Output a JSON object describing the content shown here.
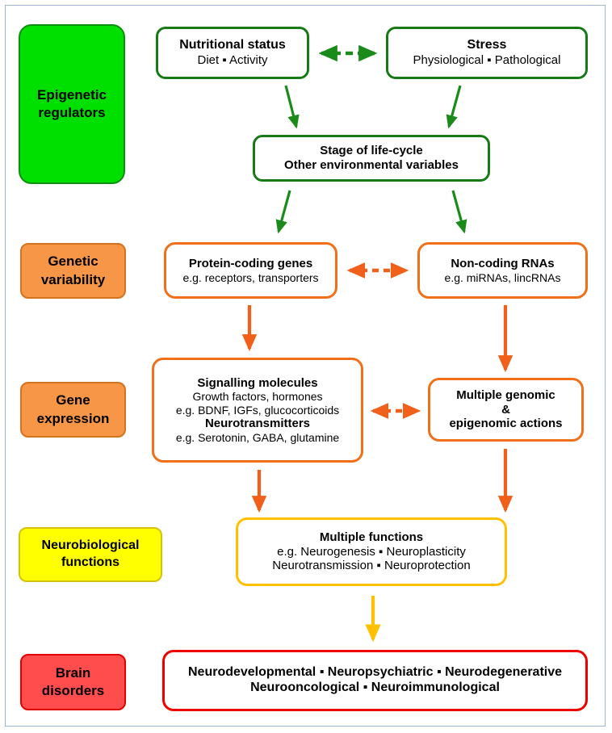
{
  "figure": {
    "title": "Epigenetic regulators to brain disorders flow diagram",
    "frame_color": "#9db8d2",
    "background": "#ffffff"
  },
  "stage_labels": [
    {
      "id": "epigenetic-regulators",
      "line1": "Epigenetic",
      "line2": "regulators",
      "fill": "#00e000",
      "border": "#0f8f0f"
    },
    {
      "id": "genetic-variability",
      "line1": "Genetic",
      "line2": "variability",
      "fill": "#f79646",
      "border": "#d4731d"
    },
    {
      "id": "gene-expression",
      "line1": "Gene",
      "line2": "expression",
      "fill": "#f79646",
      "border": "#d4731d"
    },
    {
      "id": "neurobiological-functions",
      "line1": "Neurobiological",
      "line2": "functions",
      "fill": "#ffff00",
      "border": "#d6c20a"
    },
    {
      "id": "brain-disorders",
      "line1": "Brain",
      "line2": "disorders",
      "fill": "#ff4d4d",
      "border": "#e00000"
    }
  ],
  "nodes": {
    "nutritional_status": {
      "title": "Nutritional status",
      "sub1": "Diet ▪ Activity",
      "border": "#177a17"
    },
    "stress": {
      "title": "Stress",
      "sub1": "Physiological ▪ Pathological",
      "border": "#177a17"
    },
    "life_cycle": {
      "title": "Stage of life-cycle",
      "sub1": "Other environmental variables",
      "border": "#177a17"
    },
    "protein_coding_genes": {
      "title": "Protein-coding genes",
      "sub1": "e.g. receptors, transporters",
      "border": "#f0701a"
    },
    "non_coding_rnas": {
      "title": "Non-coding RNAs",
      "sub1": "e.g. miRNAs, lincRNAs",
      "border": "#f0701a"
    },
    "signalling_molecules": {
      "title": "Signalling molecules",
      "sub1": "Growth factors, hormones",
      "sub2": "e.g. BDNF, IGFs, glucocorticoids",
      "title2": "Neurotransmitters",
      "sub3": "e.g. Serotonin, GABA, glutamine",
      "border": "#f0701a"
    },
    "genomic_actions": {
      "title": "Multiple genomic",
      "sub1": "&",
      "title2": "epigenomic actions",
      "border": "#f0701a"
    },
    "multiple_functions": {
      "title": "Multiple functions",
      "sub1": "e.g. Neurogenesis ▪ Neuroplasticity",
      "sub2": "Neurotransmission ▪ Neuroprotection",
      "border": "#ffc000"
    },
    "brain_disorders_box": {
      "line1": "Neurodevelopmental ▪ Neuropsychiatric ▪ Neurodegenerative",
      "line2": "Neurooncological ▪ Neuroimmunological",
      "border": "#ee0000"
    }
  },
  "connectors": [
    {
      "id": "nutritional-to-stress",
      "kind": "bidirectional-dashed",
      "color": "#1a8a1a",
      "from": "nutritional_status",
      "to": "stress"
    },
    {
      "id": "nutritional-to-lifecycle",
      "kind": "solid-arrow",
      "color": "#1a8a1a",
      "from": "nutritional_status",
      "to": "life_cycle"
    },
    {
      "id": "stress-to-lifecycle",
      "kind": "solid-arrow",
      "color": "#1a8a1a",
      "from": "stress",
      "to": "life_cycle"
    },
    {
      "id": "lifecycle-to-protein-coding",
      "kind": "solid-arrow",
      "color": "#1a8a1a",
      "from": "life_cycle",
      "to": "protein_coding_genes"
    },
    {
      "id": "lifecycle-to-noncoding",
      "kind": "solid-arrow",
      "color": "#1a8a1a",
      "from": "life_cycle",
      "to": "non_coding_rnas"
    },
    {
      "id": "protein-coding-to-noncoding",
      "kind": "bidirectional-dashed",
      "color": "#f0601a",
      "from": "protein_coding_genes",
      "to": "non_coding_rnas"
    },
    {
      "id": "protein-coding-to-signalling",
      "kind": "solid-arrow",
      "color": "#f0601a",
      "from": "protein_coding_genes",
      "to": "signalling_molecules"
    },
    {
      "id": "noncoding-to-genomic-actions",
      "kind": "solid-arrow",
      "color": "#f0601a",
      "from": "non_coding_rnas",
      "to": "genomic_actions"
    },
    {
      "id": "signalling-to-genomic-actions",
      "kind": "bidirectional-dashed",
      "color": "#f0601a",
      "from": "signalling_molecules",
      "to": "genomic_actions"
    },
    {
      "id": "signalling-to-functions",
      "kind": "solid-arrow",
      "color": "#f0601a",
      "from": "signalling_molecules",
      "to": "multiple_functions"
    },
    {
      "id": "genomic-actions-to-functions",
      "kind": "solid-arrow",
      "color": "#f0601a",
      "from": "genomic_actions",
      "to": "multiple_functions"
    },
    {
      "id": "functions-to-disorders",
      "kind": "solid-arrow",
      "color": "#ffc000",
      "from": "multiple_functions",
      "to": "brain_disorders_box"
    }
  ]
}
